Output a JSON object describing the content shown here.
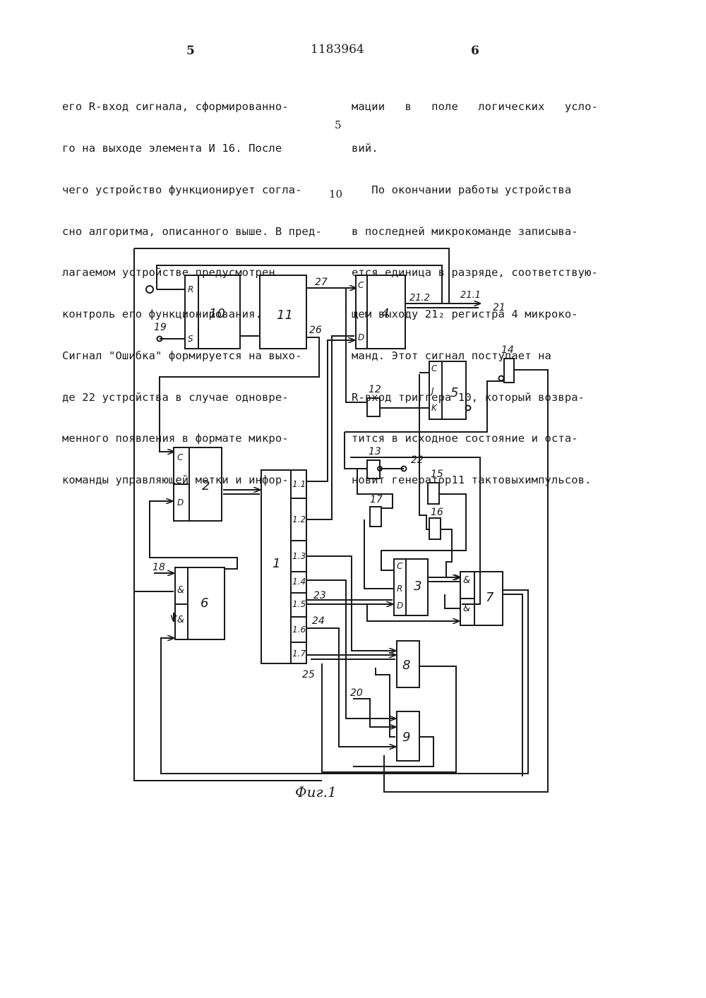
{
  "header": {
    "page_left": "5",
    "patent_number": "1183964",
    "page_right": "6"
  },
  "left_column": [
    "его R-вход сигнала, сформированно-",
    "го на выходе элемента И 16. После",
    "чего устройство функционирует согла-",
    "сно алгоритма, описанного выше. В пред-",
    "лагаемом устройстве предусмотрен",
    "контроль его функционирования.",
    "Сигнал \"Ошибка\" формируется на выхо-",
    "де 22 устройства в случае одновре-",
    "менного появления в формате микро-",
    "команды управляющей метки и инфор-"
  ],
  "right_column": [
    "мации   в   поле   логических   усло-",
    "вий.",
    "   По окончании работы устройства",
    "в последней микрокоманде записыва-",
    "ется единица в разряде, соответствую-",
    "щем выходу 21₂ регистра 4 микроко-",
    "манд. Этот сигнал поступает на",
    "R-вход триггера 10, который возвра-",
    "тится в исходное состояние и оста-",
    "новит генератор11 тактовыхимпульсов."
  ],
  "line_numbers": {
    "five": "5",
    "ten": "10"
  },
  "figure": {
    "caption": "Фиг.1",
    "blocks": {
      "b1": "1",
      "b2": "2",
      "b3": "3",
      "b4": "4",
      "b5": "5",
      "b6": "6",
      "b7": "7",
      "b8": "8",
      "b9": "9",
      "b10": "10",
      "b11": "11",
      "e12": "12",
      "e13": "13",
      "e14": "14",
      "e15": "15",
      "e16": "16",
      "e17": "17"
    },
    "pins": {
      "C": "C",
      "D": "D",
      "R": "R",
      "S": "S",
      "J": "J",
      "K": "K",
      "and": "&"
    },
    "outputs": [
      "1.1",
      "1.2",
      "1.3",
      "1.4",
      "1.5",
      "1.6",
      "1.7"
    ],
    "signals": {
      "s18": "18",
      "s19": "19",
      "s20": "20",
      "s21": "21",
      "s21_1": "21.1",
      "s21_2": "21.2",
      "s22": "22",
      "s23": "23",
      "s24": "24",
      "s25": "25",
      "s26": "26",
      "s27": "27"
    }
  }
}
